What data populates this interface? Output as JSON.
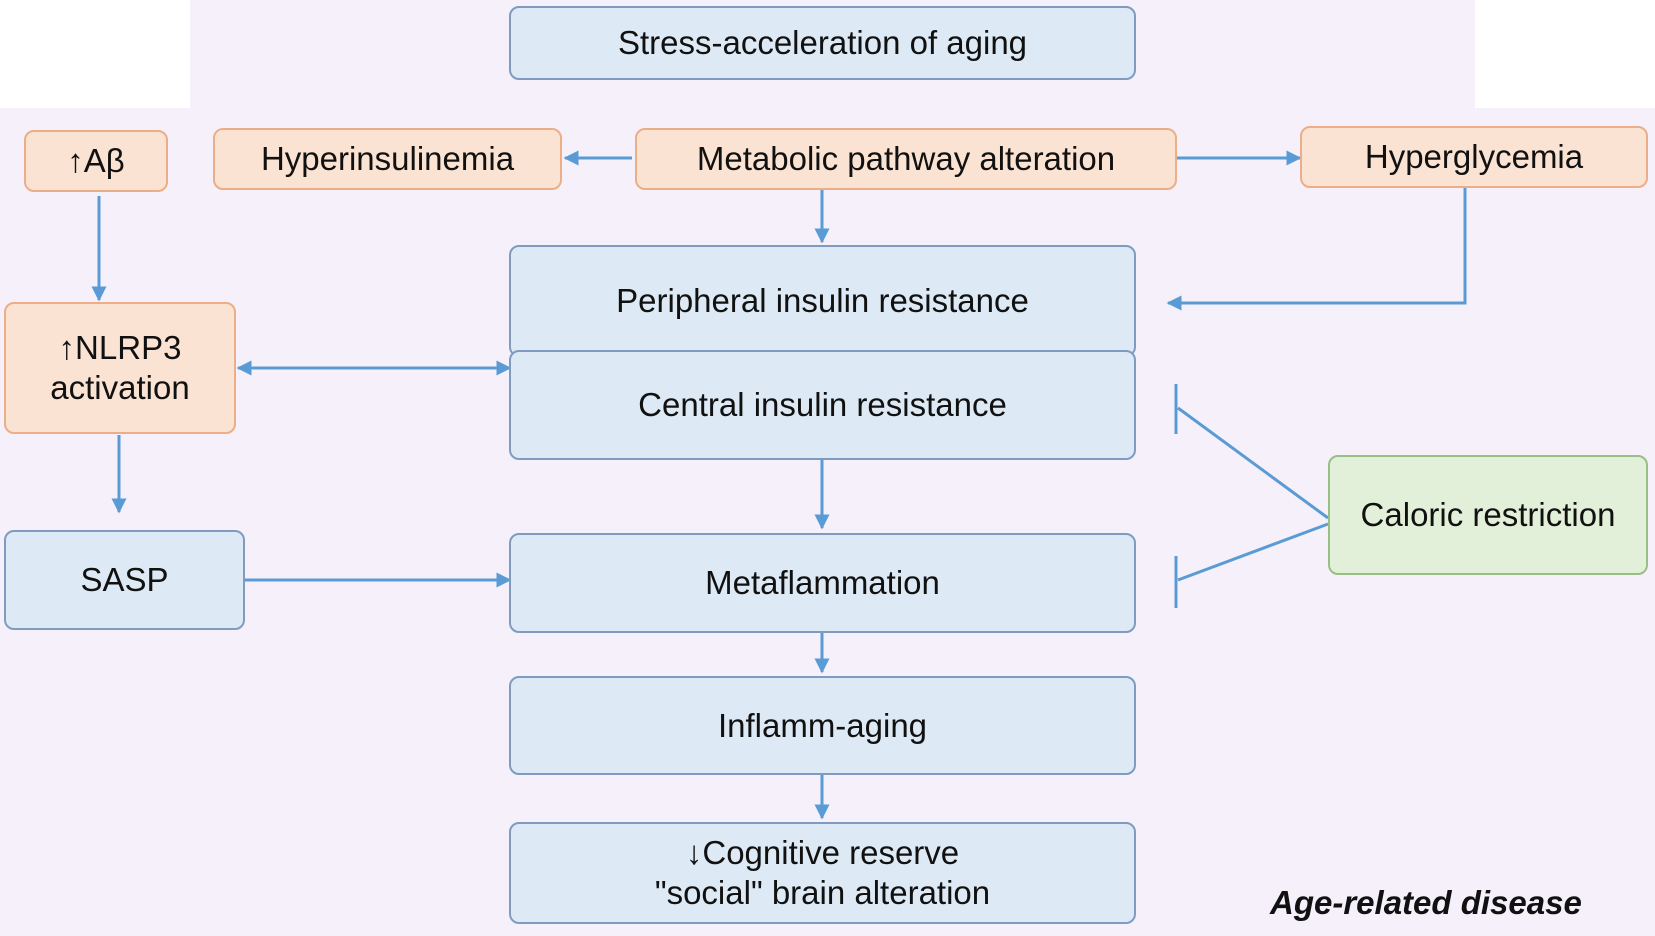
{
  "nodes": {
    "stress": "Stress-acceleration of aging",
    "abeta": "↑Aβ",
    "hyperinsulinemia": "Hyperinsulinemia",
    "metabolic": "Metabolic pathway alteration",
    "hyperglycemia": "Hyperglycemia",
    "peripheral": "Peripheral insulin resistance",
    "nlrp3_line1": "↑NLRP3",
    "nlrp3_line2": "activation",
    "central": "Central insulin resistance",
    "caloric": "Caloric restriction",
    "sasp": "SASP",
    "metaflammation": "Metaflammation",
    "inflammaging": "Inflamm-aging",
    "cognitive_line1": "↓Cognitive reserve",
    "cognitive_line2": "\"social\" brain alteration"
  },
  "footer": "Age-related disease",
  "colors": {
    "blue_fill": "#dde9f4",
    "orange_fill": "#fbe3d3",
    "green_fill": "#e2efd9",
    "connector": "#5b9bd5",
    "background": "#f5f0fa"
  }
}
